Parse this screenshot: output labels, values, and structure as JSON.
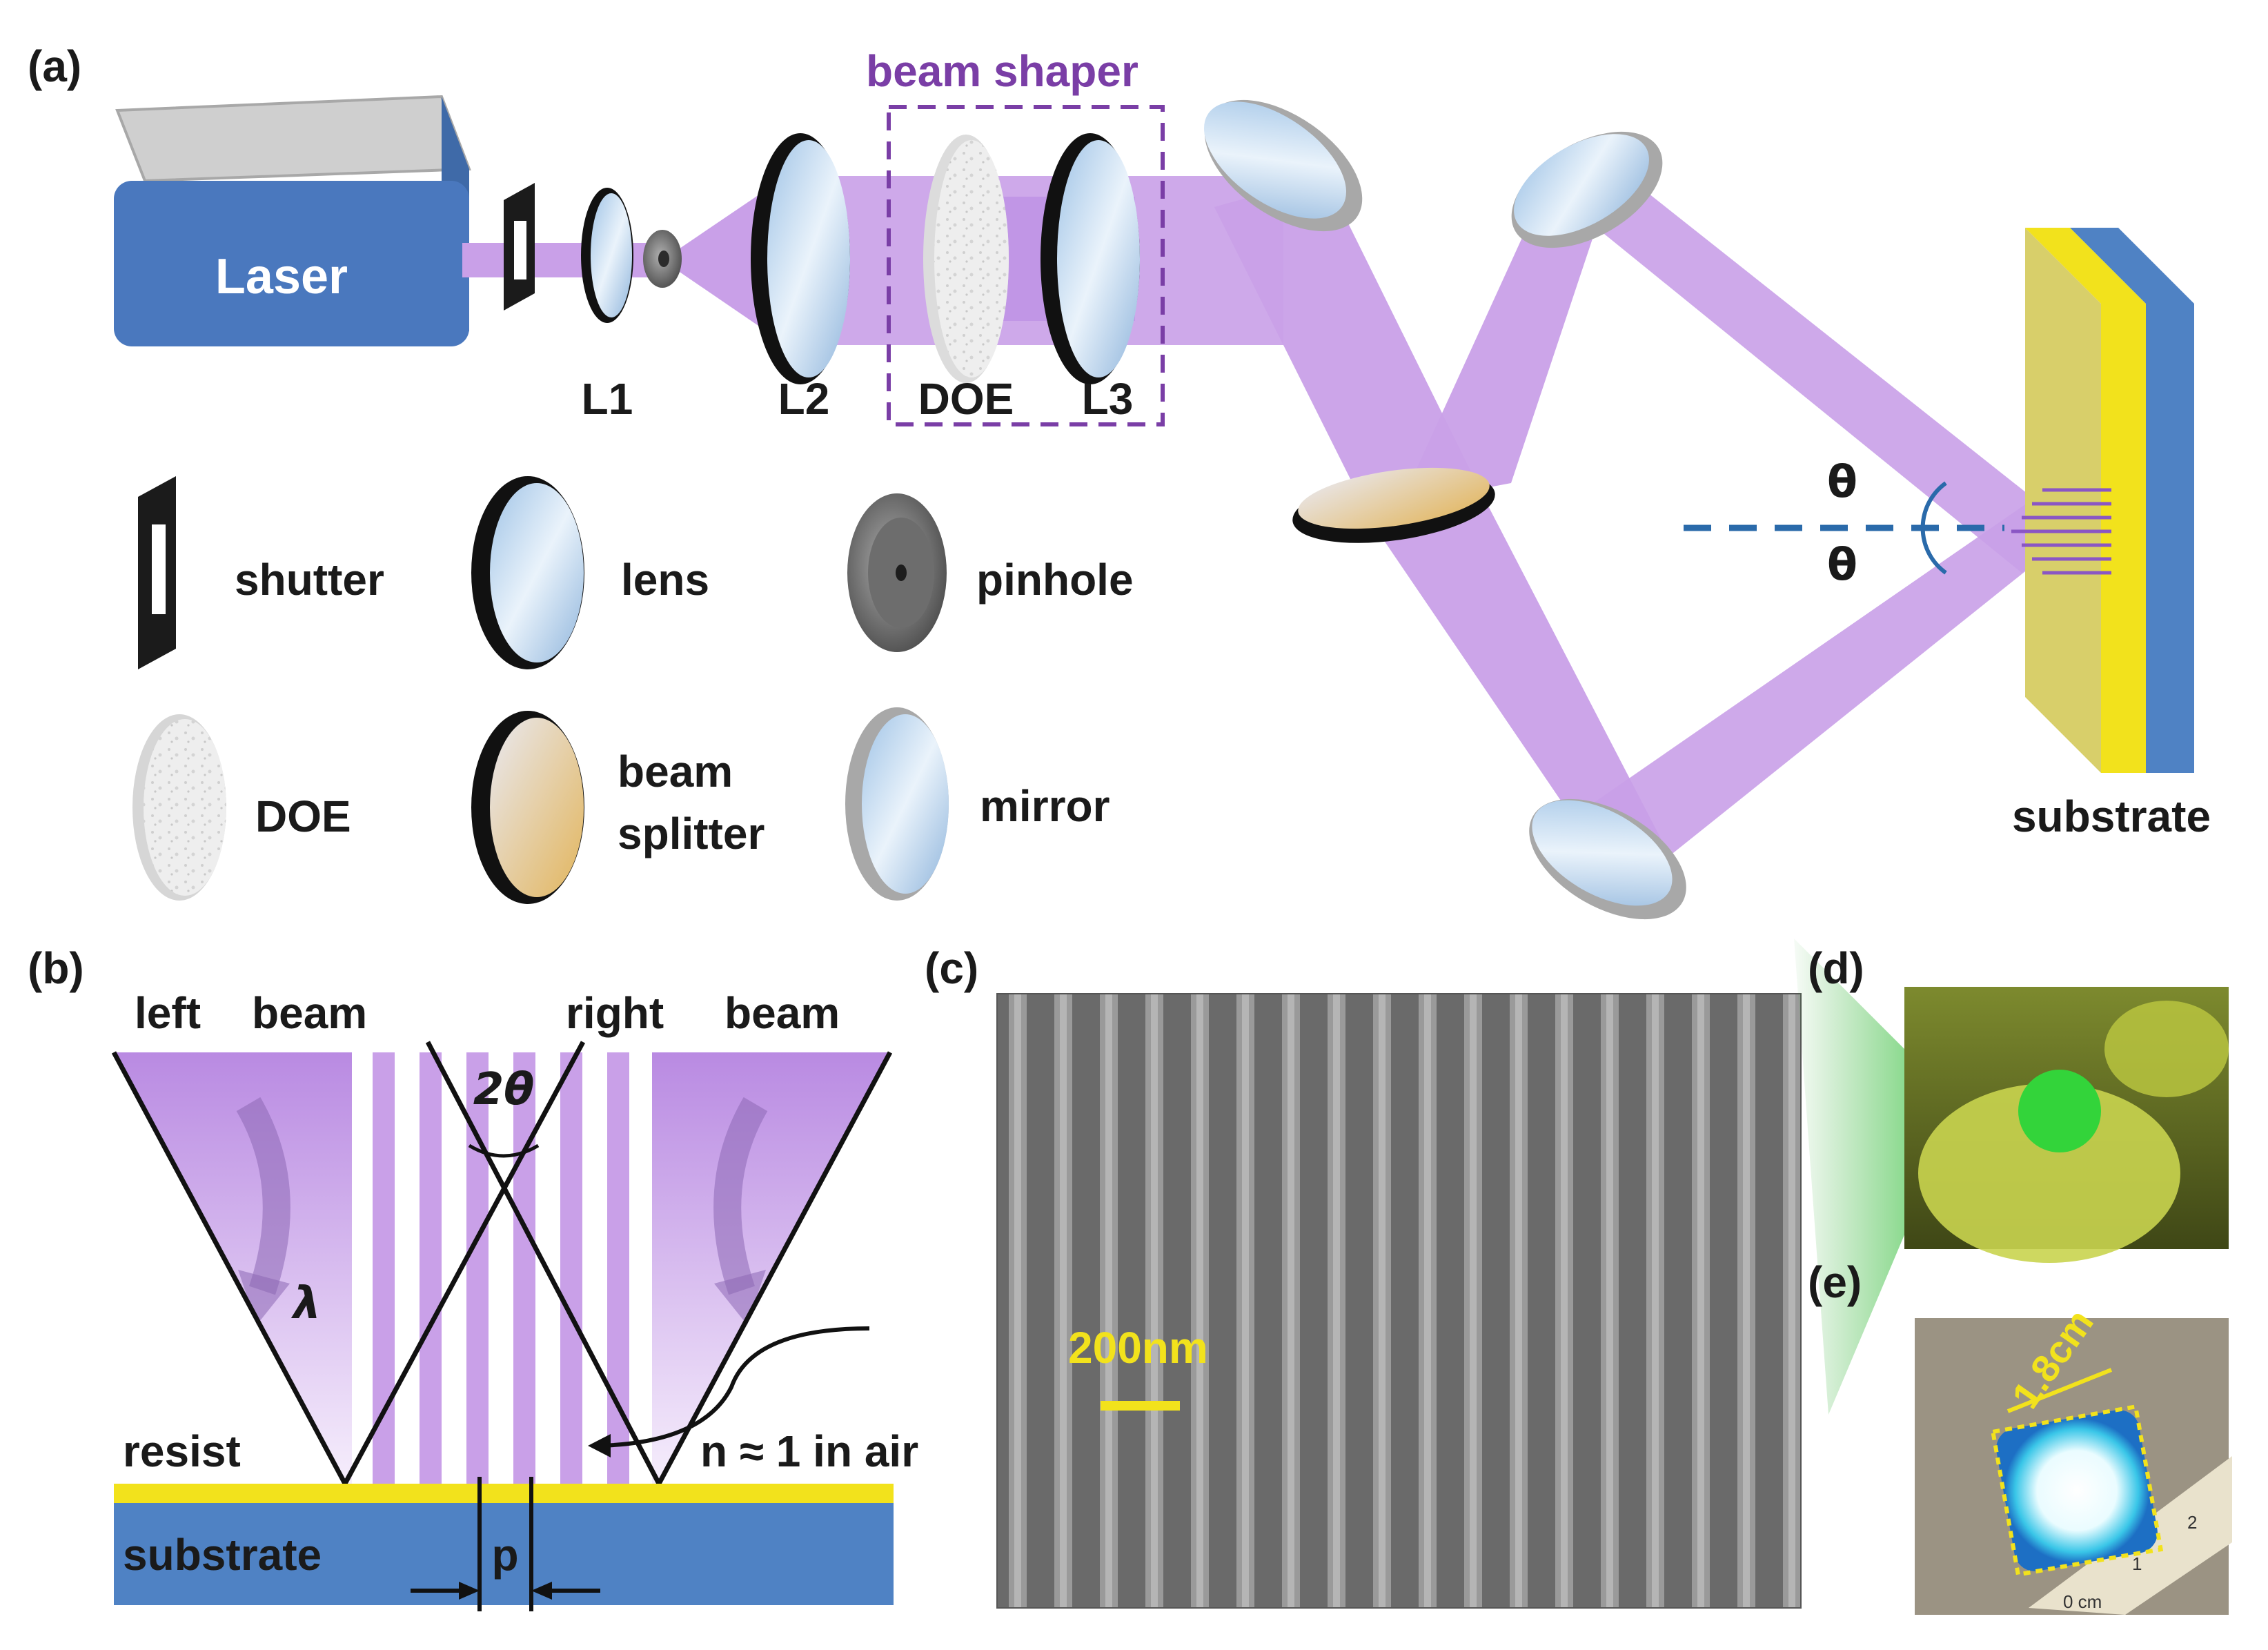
{
  "panel_labels": {
    "a": "(a)",
    "b": "(b)",
    "c": "(c)",
    "d": "(d)",
    "e": "(e)"
  },
  "panel_a": {
    "laser": "Laser",
    "beam_shaper": "beam shaper",
    "component_labels": {
      "l1": "L1",
      "l2": "L2",
      "doe": "DOE",
      "l3": "L3"
    },
    "theta_upper": "θ",
    "theta_lower": "θ",
    "substrate": "substrate",
    "legend": {
      "shutter": "shutter",
      "lens": "lens",
      "pinhole": "pinhole",
      "doe": "DOE",
      "beam_splitter_line1": "beam",
      "beam_splitter_line2": "splitter",
      "mirror": "mirror"
    }
  },
  "panel_b": {
    "left_beam_1": "left",
    "left_beam_2": "beam",
    "right_beam_1": "right",
    "right_beam_2": "beam",
    "angle": "2θ",
    "wavelength": "λ",
    "refractive_index": "n ≈ 1 in air",
    "resist": "resist",
    "substrate": "substrate",
    "period": "p"
  },
  "panel_c": {
    "scale_bar": "200nm"
  },
  "panel_e": {
    "dimension": "1.8cm",
    "ruler_marks": [
      "0 cm",
      "1",
      "2"
    ]
  },
  "colors": {
    "beam": "#c9a0e8",
    "beam_dark": "#a66fd6",
    "laser_blue": "#4a78be",
    "substrate_blue": "#4f82c4",
    "resist_yellow": "#f2e21c",
    "beam_shaper_purple": "#7a3ea6"
  }
}
